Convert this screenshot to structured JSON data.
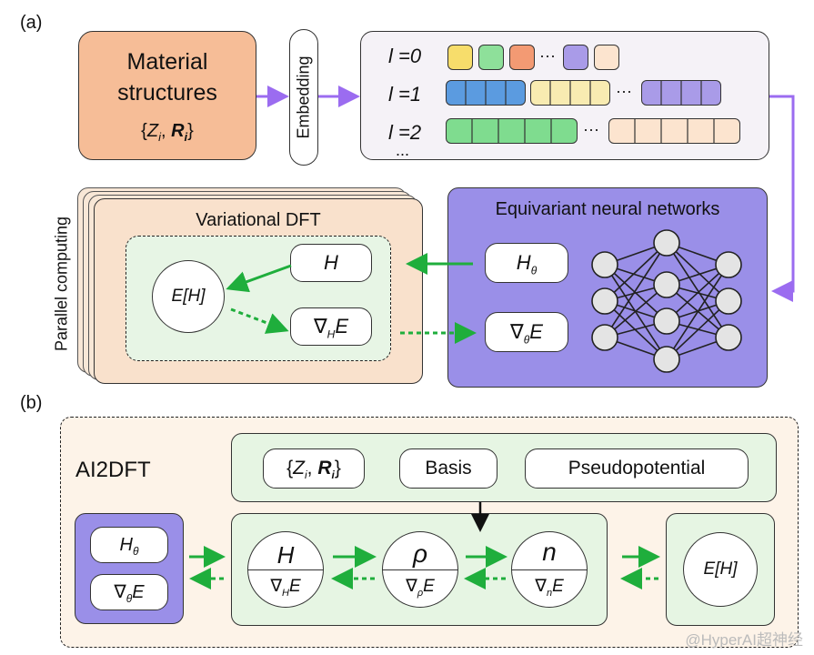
{
  "panel_a": {
    "label": "(a)",
    "material": {
      "line1": "Material",
      "line2": "structures"
    },
    "embedding": "Embedding",
    "l_rows": [
      "l =0",
      "l =1",
      "l =2"
    ],
    "ellipsis": "...",
    "row_dots": "···",
    "parallel": "Parallel computing",
    "vdft_title": "Variational DFT",
    "enn_title": "Equivariant neural networks",
    "energy": "E[H]",
    "H": "H"
  },
  "panel_b": {
    "label": "(b)",
    "title": "AI2DFT",
    "inputs": [
      "Basis",
      "Pseudopotential"
    ],
    "rho": "ρ",
    "n": "n",
    "energy": "E[H]"
  },
  "watermark": "@HyperAI超神经",
  "colors": {
    "material": "#f6bd97",
    "purple": "#9a8fe8",
    "green_fill": "#e6f5e3",
    "arrow_green": "#1fae3c",
    "arrow_purple": "#9b6cf0"
  }
}
